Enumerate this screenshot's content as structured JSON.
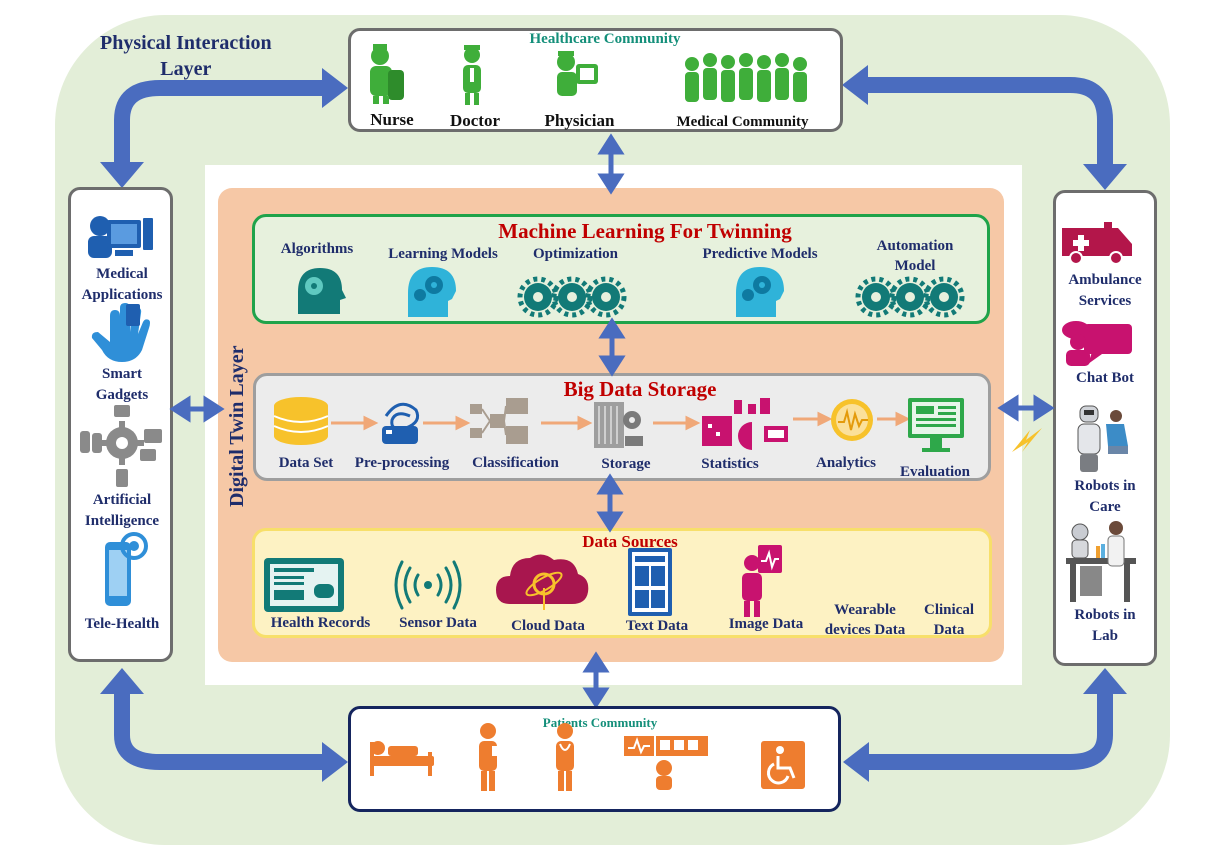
{
  "physical_layer_title": "Physical Interaction Layer",
  "physical_layer_title_line1": "Physical Interaction",
  "physical_layer_title_line2": "Layer",
  "digital_twin_title": "Digital Twin Layer",
  "healthcare": {
    "title": "Healthcare Community",
    "items": [
      "Nurse",
      "Doctor",
      "Physician",
      "Medical Community"
    ]
  },
  "patients": {
    "title": "Patients Community"
  },
  "left_panel": {
    "items": [
      {
        "line1": "Medical",
        "line2": "Applications",
        "icon": "medical-applications-icon"
      },
      {
        "line1": "Smart",
        "line2": "Gadgets",
        "icon": "hand-gadgets-icon"
      },
      {
        "line1": "Artificial",
        "line2": "Intelligence",
        "icon": "ai-gear-icon"
      },
      {
        "line1": "Tele-Health",
        "line2": "",
        "icon": "phone-icon"
      }
    ]
  },
  "right_panel": {
    "items": [
      {
        "line1": "Ambulance",
        "line2": "Services",
        "icon": "ambulance-icon"
      },
      {
        "line1": "Chat Bot",
        "line2": "",
        "icon": "chat-bot-icon"
      },
      {
        "line1": "Robots in",
        "line2": "Care",
        "icon": "robot-care-icon"
      },
      {
        "line1": "Robots in",
        "line2": "Lab",
        "icon": "robot-lab-icon"
      }
    ]
  },
  "ml": {
    "title": "Machine Learning For Twinning",
    "items": [
      "Algorithms",
      "Learning Models",
      "Optimization",
      "Predictive Models",
      "Automation Model"
    ],
    "automation_line1": "Automation",
    "automation_line2": "Model"
  },
  "big_data": {
    "title": "Big Data Storage",
    "steps": [
      "Data Set",
      "Pre-processing",
      "Classification",
      "Storage",
      "Statistics",
      "Analytics",
      "Evaluation"
    ]
  },
  "data_sources": {
    "title": "Data Sources",
    "items": [
      "Health Records",
      "Sensor Data",
      "Cloud Data",
      "Text Data",
      "Image Data"
    ],
    "wearable_line1": "Wearable",
    "wearable_line2": "devices Data",
    "clinical_line1": "Clinical",
    "clinical_line2": "Data"
  },
  "colors": {
    "arrow": "#4a6cbf",
    "outer_bg": "#e3eed8",
    "dt_panel": "#f6c8a6",
    "ml_border": "#1fa34a",
    "ds_border": "#f7df6a",
    "title_red": "#c00000",
    "navy": "#1f2d6b",
    "healthcare_green": "#3fae3a",
    "patient_orange": "#ee7d2f",
    "teal": "#127a77"
  }
}
